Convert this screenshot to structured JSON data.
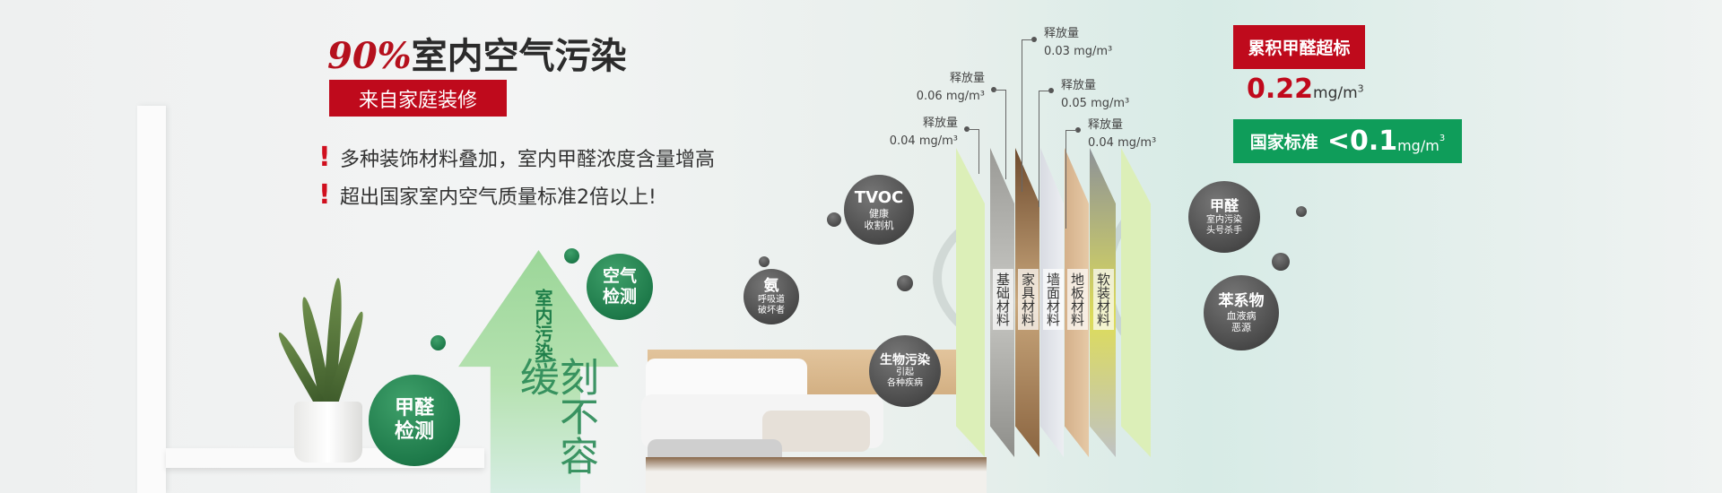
{
  "headline": {
    "percent": "90%",
    "text": "室内空气污染",
    "tag": "来自家庭装修"
  },
  "bullets": [
    {
      "mark": "!",
      "text": "多种装饰材料叠加，室内甲醛浓度含量增高"
    },
    {
      "mark": "!",
      "text": "超出国家室内空气质量标准2倍以上!"
    }
  ],
  "arrow": {
    "line1": "室内污染",
    "line2": "刻不容缓"
  },
  "green_bubbles": [
    {
      "title": "空气",
      "sub": "检测"
    },
    {
      "title": "甲醛",
      "sub": "检测"
    }
  ],
  "pollutants": [
    {
      "title": "TVOC",
      "l1": "健康",
      "l2": "收割机"
    },
    {
      "title": "氨",
      "l1": "呼吸道",
      "l2": "破坏者"
    },
    {
      "title": "生物污染",
      "l1": "引起",
      "l2": "各种疾病"
    },
    {
      "title": "甲醛",
      "l1": "室内污染",
      "l2": "头号杀手"
    },
    {
      "title": "苯系物",
      "l1": "血液病",
      "l2": "恶源"
    }
  ],
  "materials": [
    "基础材料",
    "家具材料",
    "墙面材料",
    "地板材料",
    "软装材料"
  ],
  "releases": [
    {
      "label": "释放量",
      "value": "0.04 mg/m³"
    },
    {
      "label": "释放量",
      "value": "0.06 mg/m³"
    },
    {
      "label": "释放量",
      "value": "0.03 mg/m³"
    },
    {
      "label": "释放量",
      "value": "0.05 mg/m³"
    },
    {
      "label": "释放量",
      "value": "0.04 mg/m³"
    }
  ],
  "summary": {
    "exceed_label": "累积甲醛超标",
    "total_value": "0.22",
    "total_unit": "mg/m",
    "standard_label": "国家标准",
    "standard_value": "<0.1",
    "standard_unit": "mg/m",
    "sup": "3"
  },
  "colors": {
    "red": "#bf0a1c",
    "green": "#0f9d5a",
    "bubble_green": "#1e7a4a",
    "bubble_gray": "#4a4a4a"
  }
}
